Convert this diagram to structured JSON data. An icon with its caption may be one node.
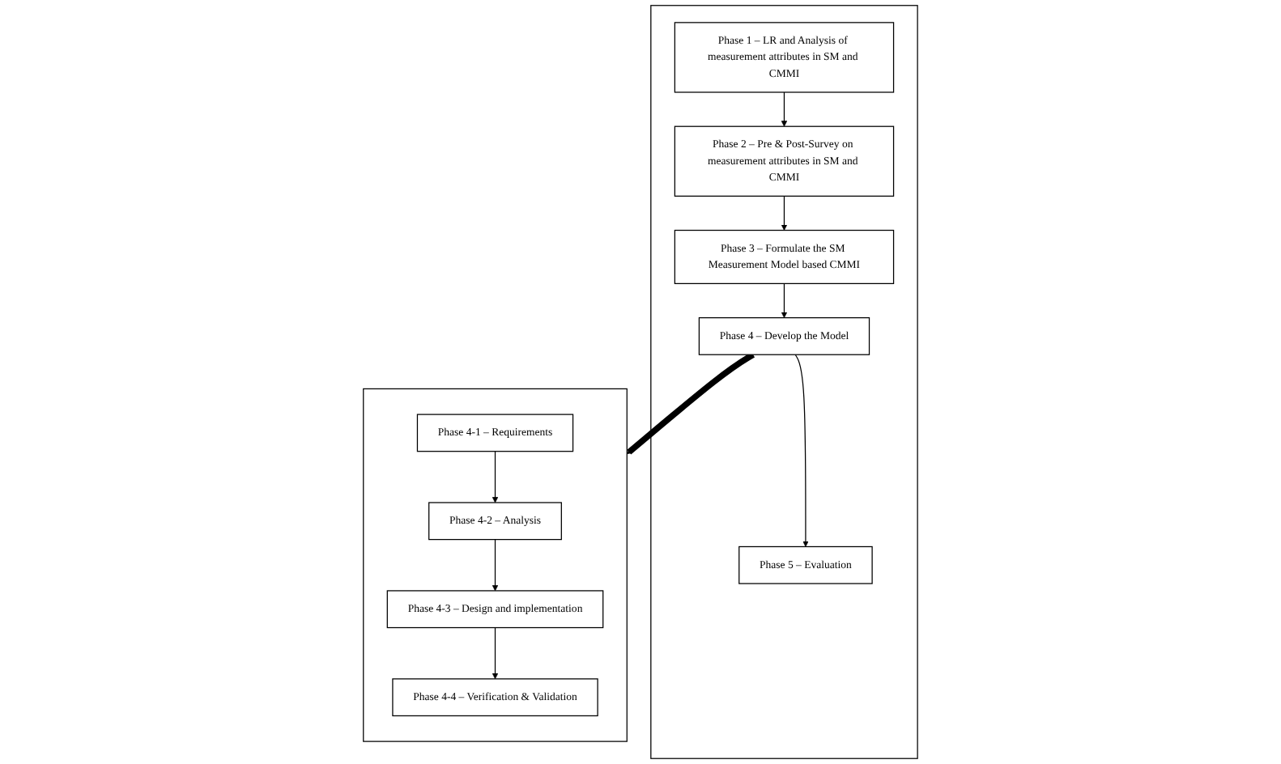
{
  "diagram": {
    "nodes": [
      {
        "text": [],
        "shape": "box"
      },
      {
        "text": [
          "Phase 1 – LR and Analysis of measurement attributes in SM and CMMI"
        ],
        "in": 0
      },
      {
        "text": [
          "Phase 2 – Pre & Post-Survey on measurement attributes in SM and CMMI"
        ],
        "in": 0
      },
      {
        "text": [
          "Phase 3 – Formulate the SM Measurement Model based CMMI"
        ],
        "in": 0
      },
      {
        "text": [
          "Phase 4 – Develop the Model"
        ],
        "in": 0
      },
      {
        "text": [
          "Phase 5 – Evaluation"
        ],
        "in": 0
      },
      {
        "text": [],
        "shape": "box"
      },
      {
        "text": [
          "Phase 4-1 – Requirements"
        ],
        "in": 6
      },
      {
        "text": [
          "Phase 4-2 – Analysis"
        ],
        "in": 6
      },
      {
        "text": [
          "Phase 4-3 – Design and implementation"
        ],
        "in": 6
      },
      {
        "text": [
          "Phase 4-4 – Verification & Validation"
        ],
        "in": 6
      }
    ],
    "edges": [
      {
        "from": 1,
        "to": 2,
        "arrow": "to"
      },
      {
        "from": 2,
        "to": 3,
        "arrow": "to"
      },
      {
        "from": 3,
        "to": 4,
        "arrow": "to"
      },
      {
        "from": 4,
        "to": 5,
        "arrow": "to"
      },
      {
        "from": 4,
        "to": 6,
        "arrow": "to",
        "style": "thick"
      },
      {
        "from": 7,
        "to": 8,
        "arrow": "to"
      },
      {
        "from": 8,
        "to": 9,
        "arrow": "to"
      },
      {
        "from": 9,
        "to": 10,
        "arrow": "to"
      }
    ]
  }
}
